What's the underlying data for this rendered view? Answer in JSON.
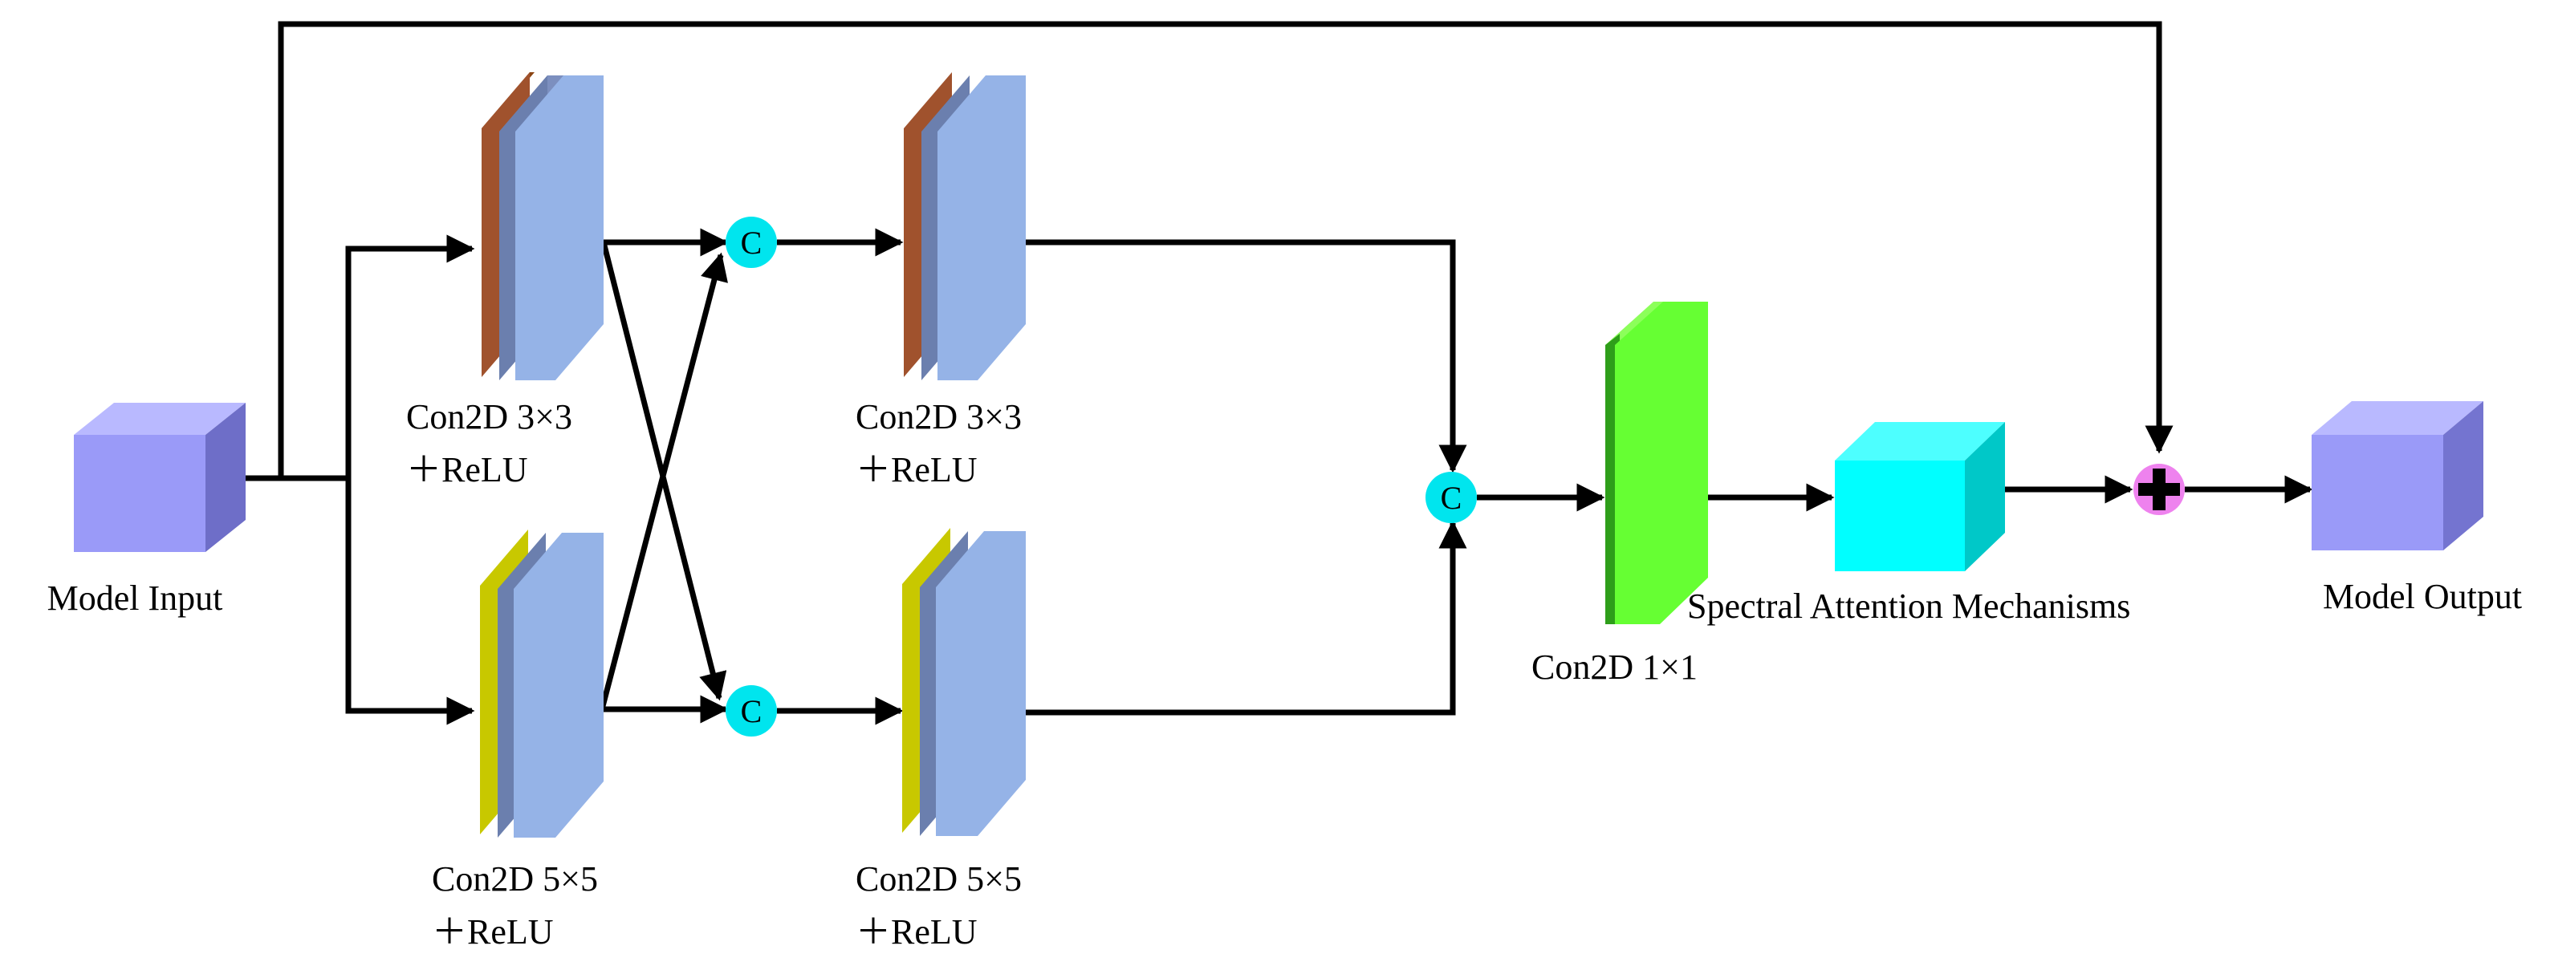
{
  "diagram": {
    "input_label": "Model Input",
    "output_label": "Model Output",
    "top_branch": {
      "conv1_line1": "Con2D 3×3",
      "conv1_line2": "＋ReLU",
      "conv2_line1": "Con2D 3×3",
      "conv2_line2": "＋ReLU"
    },
    "bottom_branch": {
      "conv1_line1": "Con2D 5×5",
      "conv1_line2": "＋ReLU",
      "conv2_line1": "Con2D 5×5",
      "conv2_line2": "＋ReLU"
    },
    "concat_symbol": "C",
    "fusion_conv_label": "Con2D 1×1",
    "attention_label": "Spectral Attention Mechanisms"
  },
  "colors": {
    "input_cube": "#9a9af8",
    "conv_face": "#95b3e7",
    "conv3x3_edge": "#a0522d",
    "conv5x5_edge": "#c8c800",
    "concat_node": "#00e5ee",
    "fusion_conv": "#66ff33",
    "attention_cube": "#00ffff",
    "add_node": "#ee82ee"
  }
}
